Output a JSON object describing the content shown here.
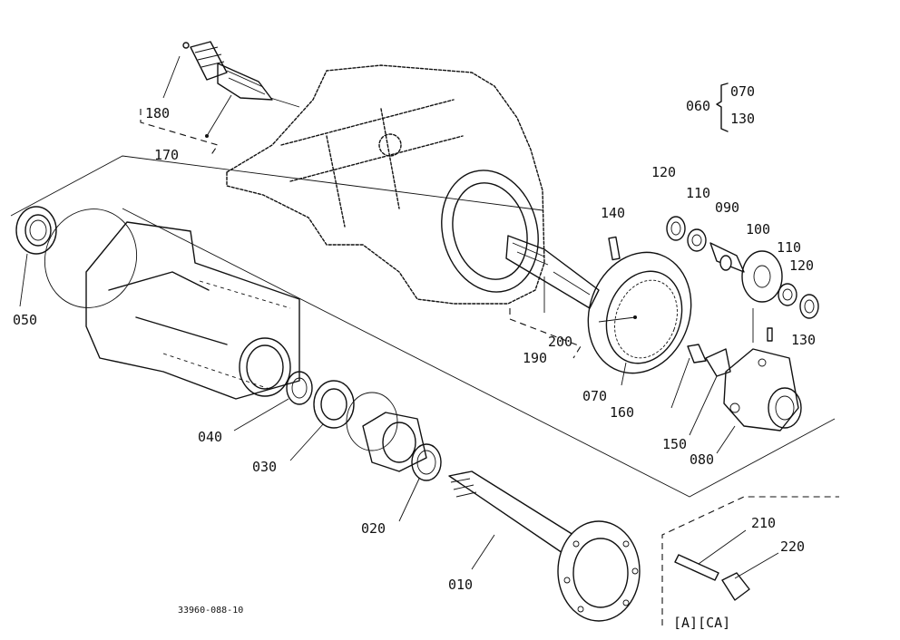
{
  "drawing_number": "33960-088-10",
  "variant_note": "[A][CA]",
  "group": {
    "parent": "060",
    "top": "070",
    "mid": "⟩",
    "bottom": "130"
  },
  "labels": {
    "p010": "010",
    "p020": "020",
    "p030": "030",
    "p040": "040",
    "p050": "050",
    "p070": "070",
    "p080": "080",
    "p090": "090",
    "p100": "100",
    "p110a": "110",
    "p110b": "110",
    "p120a": "120",
    "p120b": "120",
    "p130": "130",
    "p140": "140",
    "p150": "150",
    "p160": "160",
    "p170": "170",
    "p180": "180",
    "p190": "190",
    "p200": "200",
    "p210": "210",
    "p220": "220"
  }
}
